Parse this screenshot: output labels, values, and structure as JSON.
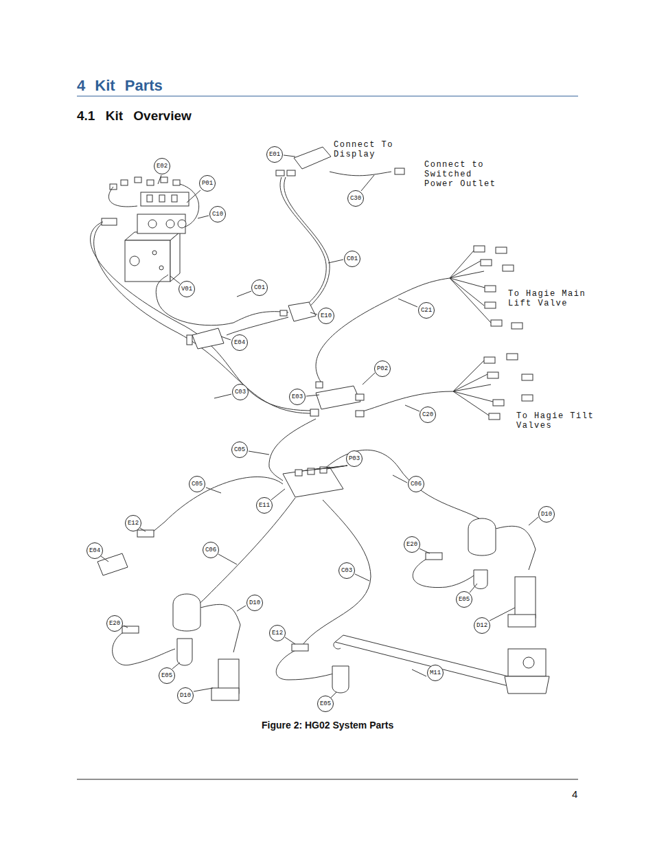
{
  "diagram": {
    "title": "4 Kit Parts",
    "caption": "Figure 2: HG02 System Parts",
    "nodes": [
      {
        "text": [
          "E01"
        ]
      },
      {
        "text": [
          "E02"
        ]
      },
      {
        "text": [
          "P01"
        ]
      },
      {
        "text": [
          "C30"
        ]
      },
      {
        "text": [
          "C10"
        ]
      },
      {
        "text": [
          "C01"
        ]
      },
      {
        "text": [
          "C01"
        ]
      },
      {
        "text": [
          "V01"
        ]
      },
      {
        "text": [
          "C21"
        ]
      },
      {
        "text": [
          "E10"
        ]
      },
      {
        "text": [
          "E04"
        ]
      },
      {
        "text": [
          "P02"
        ]
      },
      {
        "text": [
          "C03"
        ]
      },
      {
        "text": [
          "E03"
        ]
      },
      {
        "text": [
          "C20"
        ]
      },
      {
        "text": [
          "C05"
        ]
      },
      {
        "text": [
          "P03"
        ]
      },
      {
        "text": [
          "C05"
        ]
      },
      {
        "text": [
          "C06"
        ]
      },
      {
        "text": [
          "E11"
        ]
      },
      {
        "text": [
          "D10"
        ]
      },
      {
        "text": [
          "E12"
        ]
      },
      {
        "text": [
          "E20"
        ]
      },
      {
        "text": [
          "C06"
        ]
      },
      {
        "text": [
          "E04"
        ]
      },
      {
        "text": [
          "C03"
        ]
      },
      {
        "text": [
          "E05"
        ]
      },
      {
        "text": [
          "D10"
        ]
      },
      {
        "text": [
          "E20"
        ]
      },
      {
        "text": [
          "D12"
        ]
      },
      {
        "text": [
          "E12"
        ]
      },
      {
        "text": [
          "M11"
        ]
      },
      {
        "text": [
          "E05"
        ]
      },
      {
        "text": [
          "D10"
        ]
      },
      {
        "text": [
          "E05"
        ]
      }
    ],
    "labels": [
      "4.1 Kit Overview",
      "Connect To Display",
      "Connect to Switched Power Outlet",
      "To Hagie Main Lift Valve",
      "To Hagie Tilt Valves",
      "4"
    ]
  }
}
